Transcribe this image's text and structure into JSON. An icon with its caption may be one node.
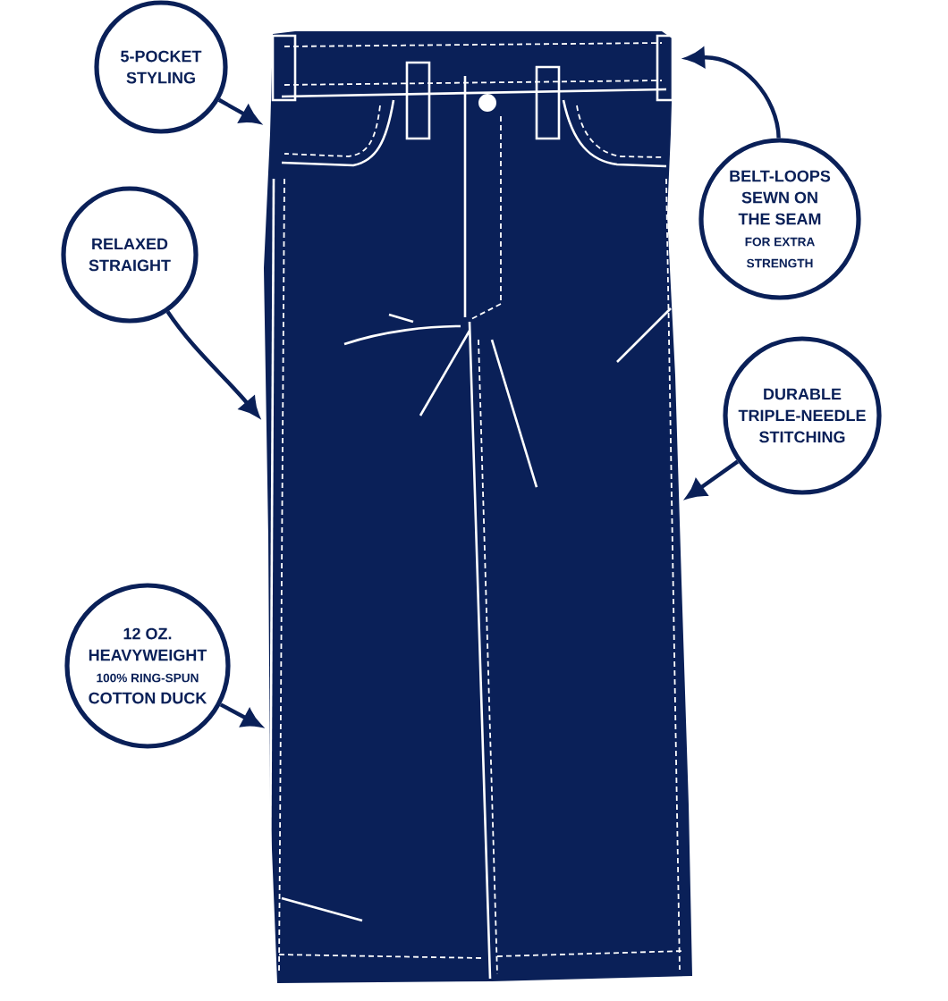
{
  "diagram": {
    "nodes": [
      {
        "text": [
          "5-POCKET STYLING"
        ]
      },
      {
        "text": [
          "BELT-LOOPS SEWN ON THE SEAM",
          "FOR EXTRA STRENGTH"
        ]
      },
      {
        "text": [
          "RELAXED STRAIGHT"
        ]
      },
      {
        "text": [
          "DURABLE TRIPLE-NEEDLE STITCHING"
        ]
      },
      {
        "text": [
          "12 OZ. HEAVYWEIGHT",
          "100% RING-SPUN",
          "COTTON DUCK"
        ]
      },
      {
        "text": [],
        "shape": "picture"
      }
    ],
    "edges": [
      {
        "from": 0,
        "to": 5,
        "arrow": "to"
      },
      {
        "from": 1,
        "to": 5,
        "arrow": "to"
      },
      {
        "from": 2,
        "to": 5,
        "arrow": "to"
      },
      {
        "from": 3,
        "to": 5,
        "arrow": "to"
      },
      {
        "from": 4,
        "to": 5,
        "arrow": "to"
      }
    ]
  }
}
